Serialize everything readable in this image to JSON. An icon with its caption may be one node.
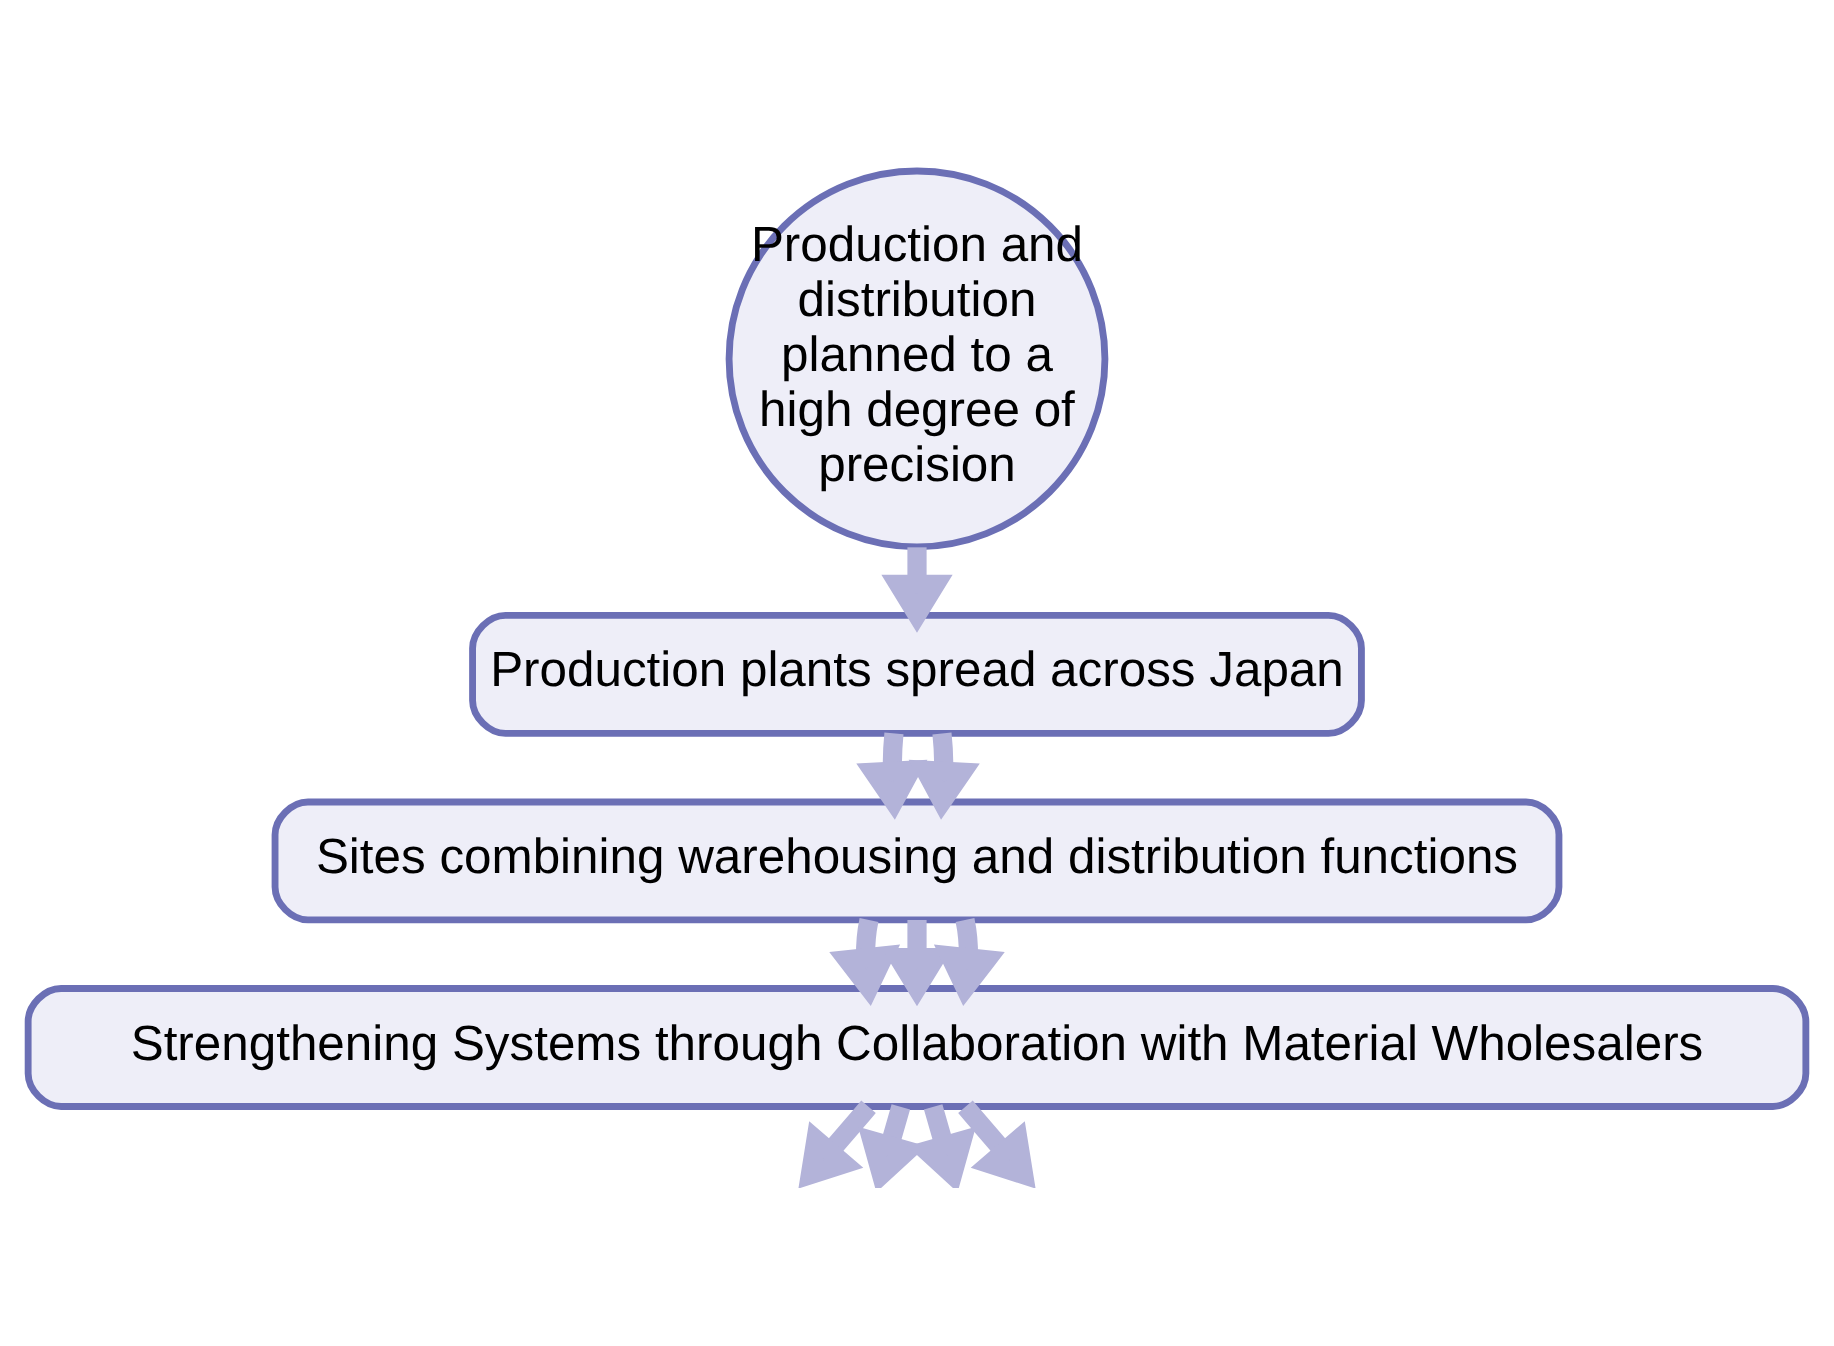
{
  "diagram": {
    "nodes": [
      {
        "text": [
          "Production and distribution planned to a high degree of precision"
        ]
      },
      {
        "text": [
          "Production plants spread across Japan"
        ]
      },
      {
        "text": [
          "Sites combining warehousing and distribution functions"
        ]
      },
      {
        "text": [
          "Strengthening Systems through Collaboration with Material Wholesalers"
        ]
      }
    ],
    "edges": [
      {
        "from": 0,
        "to": 1,
        "arrow": "to"
      },
      {
        "from": 1,
        "to": 2,
        "arrow": "to"
      },
      {
        "from": 1,
        "to": 2,
        "arrow": "to"
      },
      {
        "from": 2,
        "to": 3,
        "arrow": "to"
      },
      {
        "from": 2,
        "to": 3,
        "arrow": "to"
      },
      {
        "from": 2,
        "to": 3,
        "arrow": "to"
      },
      {
        "from": 3,
        "to": null,
        "arrow": "to"
      },
      {
        "from": 3,
        "to": null,
        "arrow": "to"
      },
      {
        "from": 3,
        "to": null,
        "arrow": "to"
      },
      {
        "from": 3,
        "to": null,
        "arrow": "to"
      }
    ]
  }
}
